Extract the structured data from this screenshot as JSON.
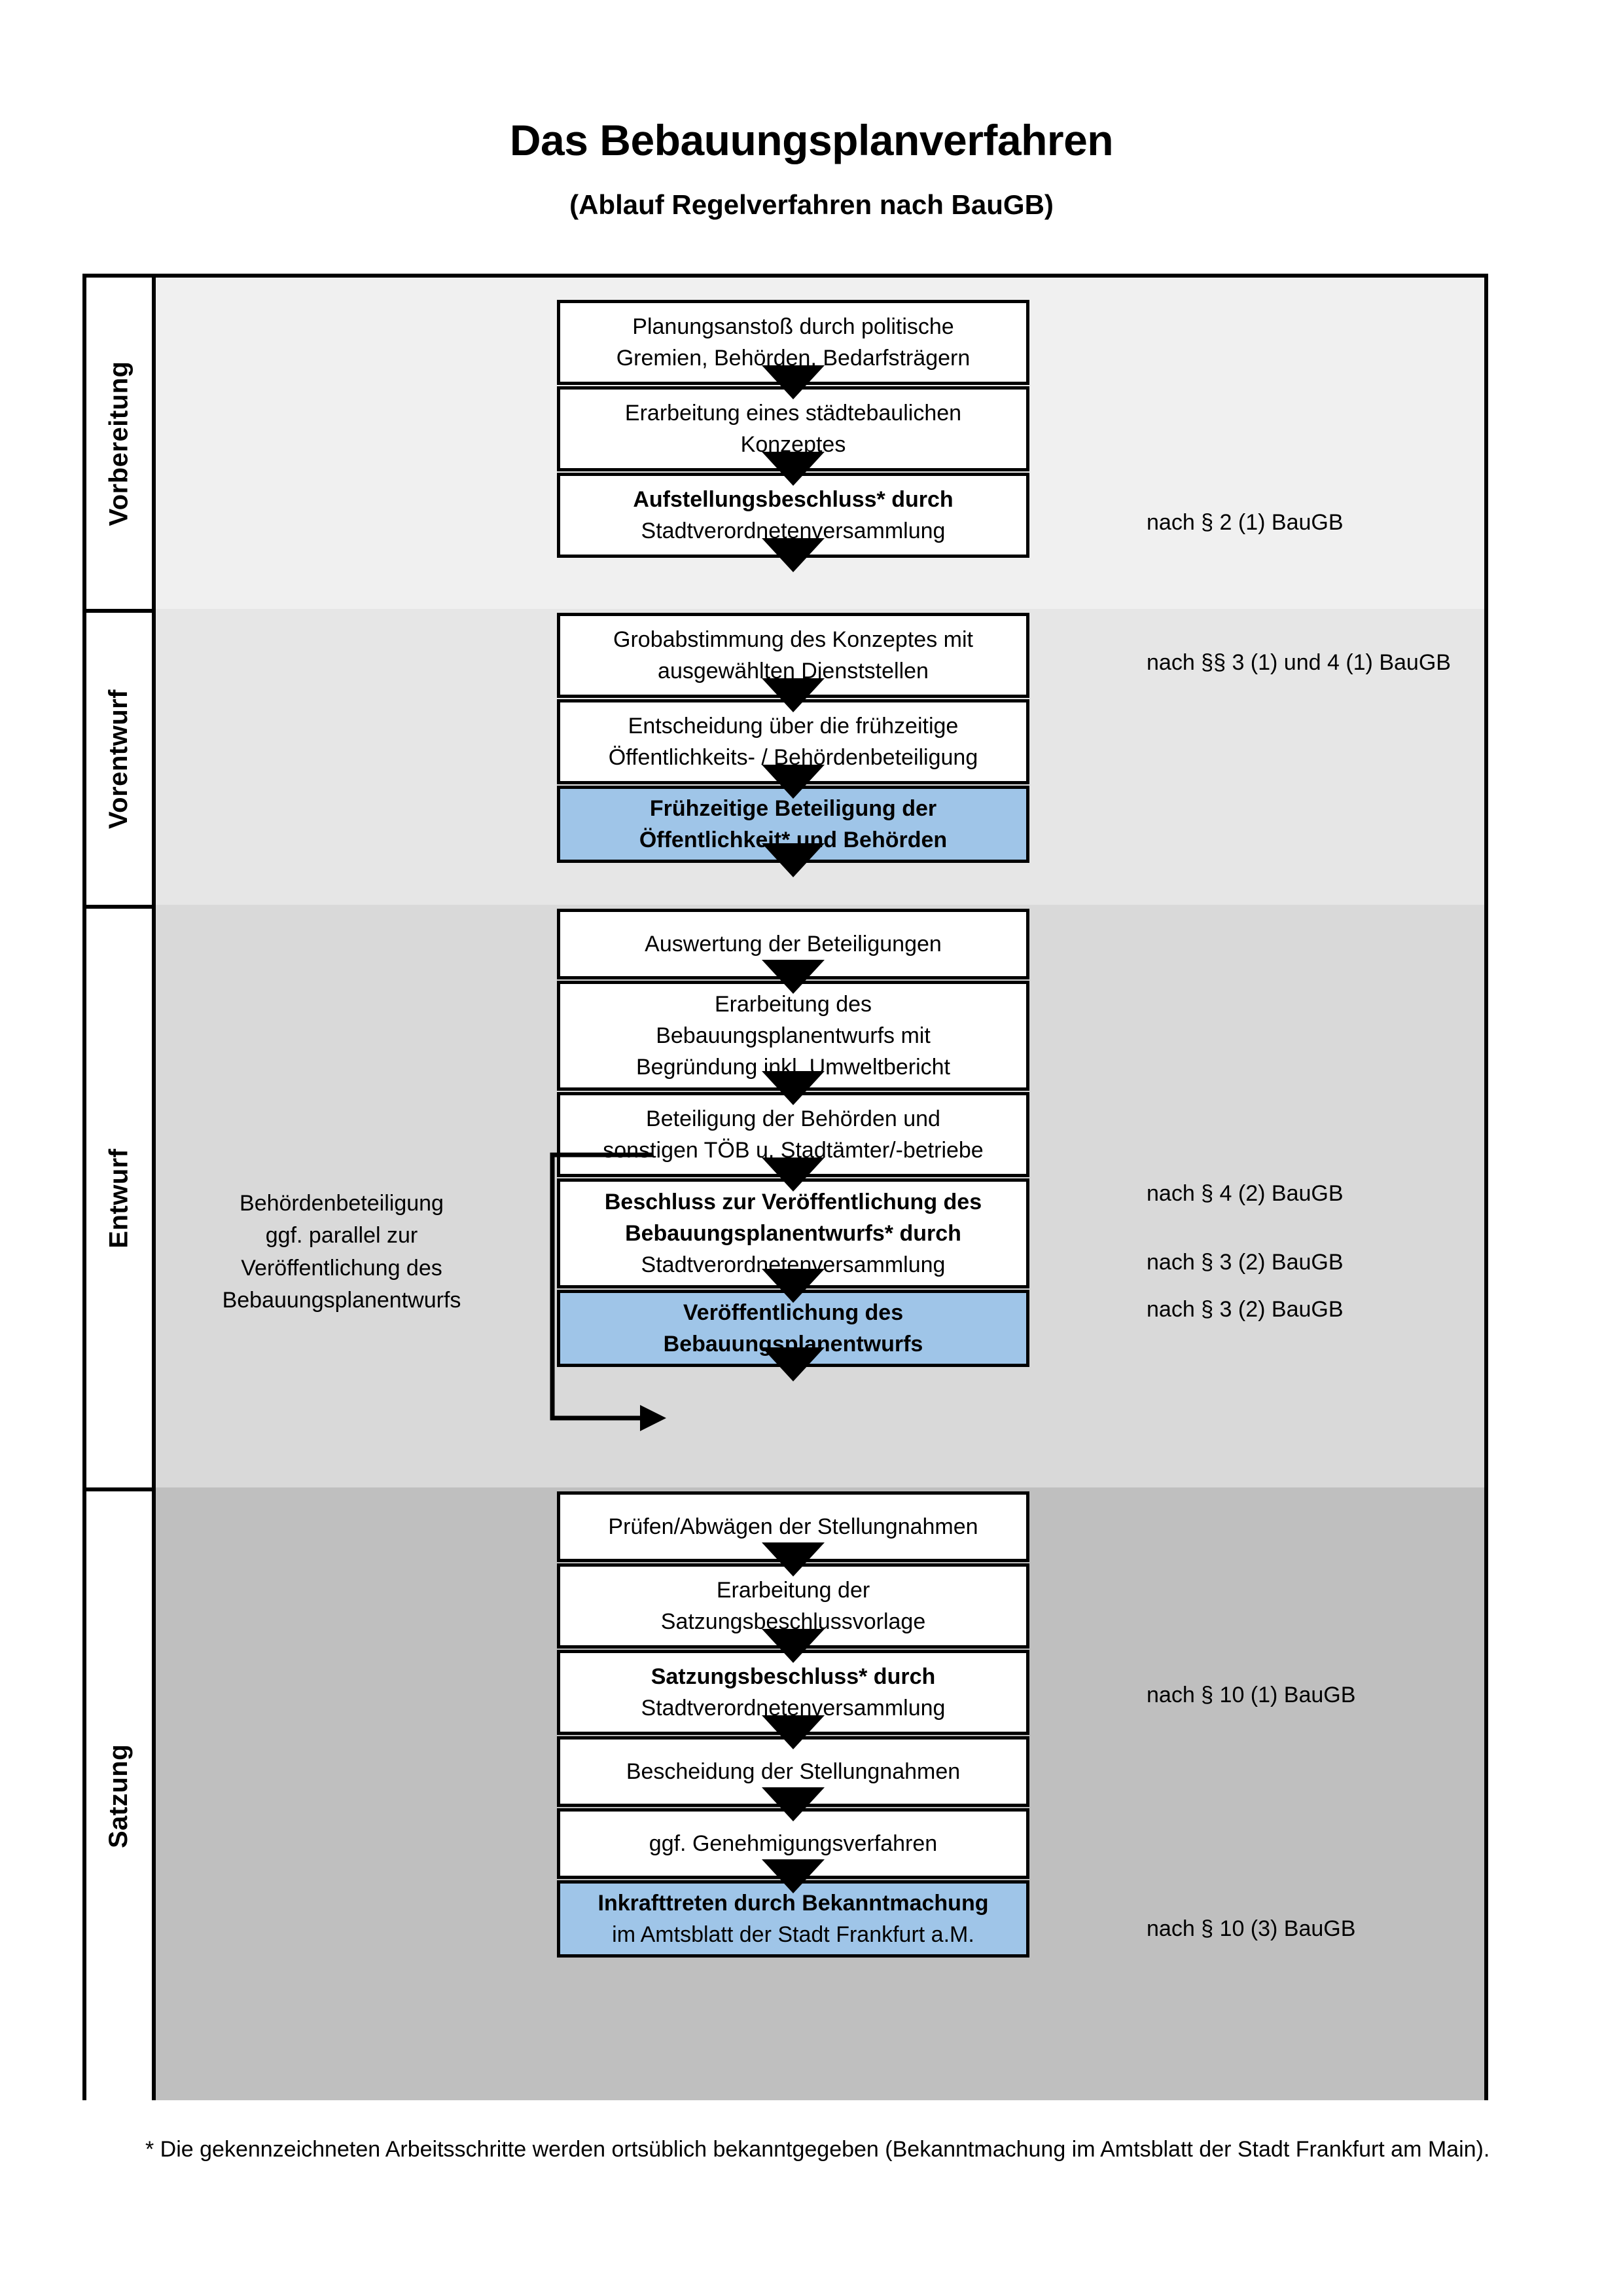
{
  "title": {
    "main": "Das Bebauungsplanverfahren",
    "sub": "(Ablauf Regelverfahren nach BauGB)"
  },
  "phases": [
    {
      "id": "vorbereitung",
      "label": "Vorbereitung",
      "band_color": "#F0F0F0"
    },
    {
      "id": "vorentwurf",
      "label": "Vorentwurf",
      "band_color": "#E6E6E6"
    },
    {
      "id": "entwurf",
      "label": "Entwurf",
      "band_color": "#D9D9D9"
    },
    {
      "id": "satzung",
      "label": "Satzung",
      "band_color": "#BFBFBF"
    }
  ],
  "steps": [
    {
      "id": "planungsanstoss",
      "phase": "vorbereitung",
      "lines": [
        "Planungsanstoß durch politische",
        "Gremien, Behörden, Bedarfsträgern"
      ],
      "highlight": false
    },
    {
      "id": "staedtebauliches-konzept",
      "phase": "vorbereitung",
      "lines": [
        "Erarbeitung eines städtebaulichen",
        "Konzeptes"
      ],
      "highlight": false
    },
    {
      "id": "aufstellungsbeschluss",
      "phase": "vorbereitung",
      "bold_prefix": "Aufstellungsbeschluss*",
      "lines": [
        "Aufstellungsbeschluss* durch",
        "Stadtverordnetenversammlung"
      ],
      "highlight": false
    },
    {
      "id": "grobabstimmung",
      "phase": "vorentwurf",
      "lines": [
        "Grobabstimmung des Konzeptes mit",
        "ausgewählten Dienststellen"
      ],
      "highlight": false
    },
    {
      "id": "entscheidung-fruehzeitige",
      "phase": "vorentwurf",
      "lines": [
        "Entscheidung über die frühzeitige",
        "Öffentlichkeits- / Behördenbeteiligung"
      ],
      "highlight": false
    },
    {
      "id": "fruehzeitige-beteiligung",
      "phase": "vorentwurf",
      "lines": [
        "Frühzeitige Beteiligung der",
        "Öffentlichkeit* und Behörden"
      ],
      "highlight": true,
      "all_bold": true
    },
    {
      "id": "auswertung-beteiligungen",
      "phase": "entwurf",
      "lines": [
        "Auswertung der Beteiligungen"
      ],
      "highlight": false
    },
    {
      "id": "erarbeitung-bplanentwurf",
      "phase": "entwurf",
      "lines": [
        "Erarbeitung des",
        "Bebauungsplanentwurfs mit",
        "Begründung inkl. Umweltbericht"
      ],
      "highlight": false
    },
    {
      "id": "beteiligung-behoerden-toeb",
      "phase": "entwurf",
      "lines": [
        "Beteiligung der Behörden und",
        "sonstigen TÖB u. Stadtämter/-betriebe"
      ],
      "highlight": false
    },
    {
      "id": "beschluss-veroeffentlichung",
      "phase": "entwurf",
      "bold_prefix": "Beschluss zur Veröffentlichung des Bebauungsplanentwurfs*",
      "lines": [
        "Beschluss zur Veröffentlichung des",
        "Bebauungsplanentwurfs* durch",
        "Stadtverordnetenversammlung"
      ],
      "highlight": false
    },
    {
      "id": "veroeffentlichung-bplanentwurf",
      "phase": "entwurf",
      "lines": [
        "Veröffentlichung des",
        "Bebauungsplanentwurfs"
      ],
      "highlight": true,
      "all_bold": true
    },
    {
      "id": "pruefen-abwaegen",
      "phase": "satzung",
      "lines": [
        "Prüfen/Abwägen der Stellungnahmen"
      ],
      "highlight": false
    },
    {
      "id": "erarbeitung-satzungsvorlage",
      "phase": "satzung",
      "lines": [
        "Erarbeitung der",
        "Satzungsbeschlussvorlage"
      ],
      "highlight": false
    },
    {
      "id": "satzungsbeschluss",
      "phase": "satzung",
      "bold_prefix": "Satzungsbeschluss*",
      "lines": [
        "Satzungsbeschluss* durch",
        "Stadtverordnetenversammlung"
      ],
      "highlight": false
    },
    {
      "id": "bescheidung-stellungnahmen",
      "phase": "satzung",
      "lines": [
        "Bescheidung der Stellungnahmen"
      ],
      "highlight": false
    },
    {
      "id": "genehmigungsverfahren",
      "phase": "satzung",
      "lines": [
        "ggf. Genehmigungsverfahren"
      ],
      "highlight": false
    },
    {
      "id": "inkrafttreten",
      "phase": "satzung",
      "bold_prefix": "Inkrafttreten",
      "lines": [
        "Inkrafttreten durch Bekanntmachung",
        "im Amtsblatt der Stadt Frankfurt a.M."
      ],
      "highlight": true
    }
  ],
  "law_refs": [
    {
      "id": "ref-aufstellungsbeschluss",
      "text": "nach § 2 (1) BauGB"
    },
    {
      "id": "ref-fruehzeitige-beteiligung",
      "text": "nach §§ 3 (1) und 4 (1) BauGB"
    },
    {
      "id": "ref-behoerdenbeteiligung",
      "text": "nach § 4 (2) BauGB"
    },
    {
      "id": "ref-beschluss-veroeffentlichung",
      "text": "nach § 3 (2) BauGB"
    },
    {
      "id": "ref-veroeffentlichung",
      "text": "nach § 3 (2) BauGB"
    },
    {
      "id": "ref-satzungsbeschluss",
      "text": "nach § 10 (1) BauGB"
    },
    {
      "id": "ref-inkrafttreten",
      "text": "nach § 10 (3) BauGB"
    }
  ],
  "side_note": {
    "lines": [
      "Behördenbeteiligung",
      "ggf. parallel zur",
      "Veröffentlichung des",
      "Bebauungsplanentwurfs"
    ]
  },
  "footnote": {
    "text": "* Die gekennzeichneten Arbeitsschritte werden ortsüblich bekanntgegeben (Bekanntmachung im Amtsblatt  der Stadt Frankfurt am Main)."
  },
  "colors": {
    "highlight_blue": "#9FC5E8",
    "frame_black": "#000000",
    "band_vorbereitung": "#F0F0F0",
    "band_vorentwurf": "#E6E6E6",
    "band_entwurf": "#D9D9D9",
    "band_satzung": "#BFBFBF"
  }
}
